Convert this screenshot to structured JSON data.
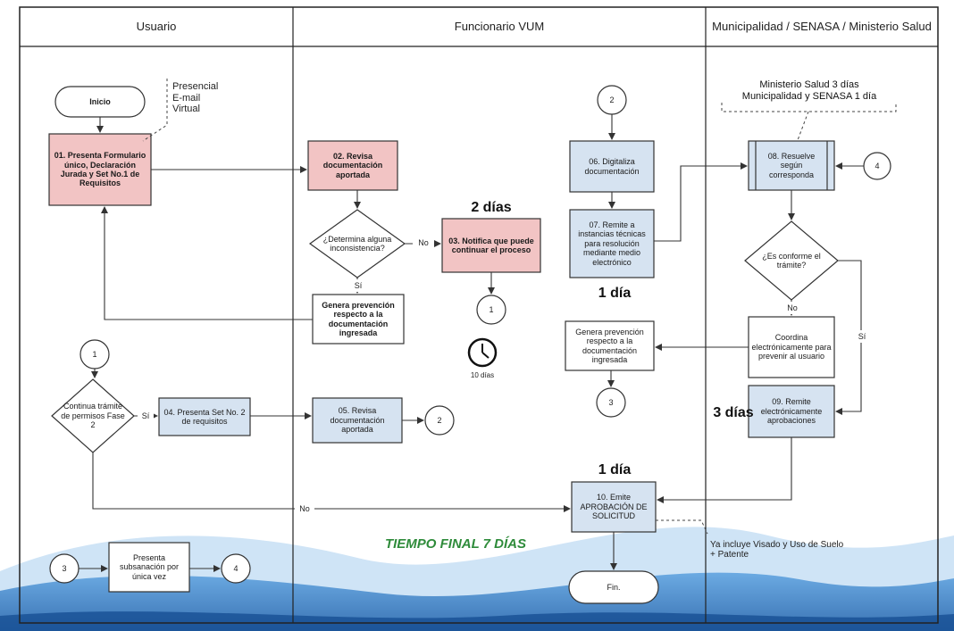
{
  "lanes": {
    "usuario": "Usuario",
    "funcionario": "Funcionario VUM",
    "municipalidad": "Municipalidad / SENASA / Ministerio Salud"
  },
  "nodes": {
    "inicio": "Inicio",
    "canales": "Presencial\nE-mail\nVirtual",
    "p01": "01. Presenta Formulario único, Declaración Jurada y Set No.1 de Requisitos",
    "p02": "02. Revisa documentación aportada",
    "d_inconsistencia": "¿Determina alguna inconsistencia?",
    "p03": "03. Notifica que puede continuar el proceso",
    "prev1": "Genera prevención respecto a la documentación ingresada",
    "c2_top": "2",
    "p06": "06. Digitaliza documentación",
    "p07": "07. Remite a instancias técnicas para resolución mediante medio electrónico",
    "prev2": "Genera prevención respecto a la documentación ingresada",
    "c3_mid": "3",
    "tiempos_instancias": "Ministerio Salud 3 días\nMunicipalidad y SENASA 1 día",
    "p08": "08. Resuelve según corresponda",
    "c4_right": "4",
    "d_conforme": "¿Es conforme el trámite?",
    "coordina": "Coordina electrónicamente para prevenir al usuario",
    "p09": "09. Remite electrónicamente aprobaciones",
    "c1_left": "1",
    "d_continua": "Continua trámite de permisos Fase 2",
    "p04": "04. Presenta Set No. 2 de requisitos",
    "p05": "05. Revisa documentación aportada",
    "c2_right": "2",
    "c1_below": "1",
    "dias_10": "10 días",
    "p10": "10. Emite APROBACIÓN DE SOLICITUD",
    "c3_bottom": "3",
    "subsanacion": "Presenta subsanación por única vez",
    "c4_bottom": "4",
    "fin": "Fin.",
    "nota_final": "Ya incluye Visado y Uso de Suelo + Patente"
  },
  "edge_labels": {
    "no_inconsistencia": "No",
    "si_inconsistencia": "Sí",
    "si_fase2": "Sí",
    "no_fase2": "No",
    "no_conforme": "No",
    "si_conforme": "Sí"
  },
  "times": {
    "t03": "2 días",
    "t07": "1 día",
    "t09": "3 días",
    "t10": "1 día",
    "final": "TIEMPO FINAL 7 DÍAS"
  },
  "colors": {
    "pink_fill": "#f2c4c4",
    "blue_fill": "#d6e3f1",
    "wave_blue": "#1f6fbd",
    "final_green": "#2e8b3a"
  }
}
